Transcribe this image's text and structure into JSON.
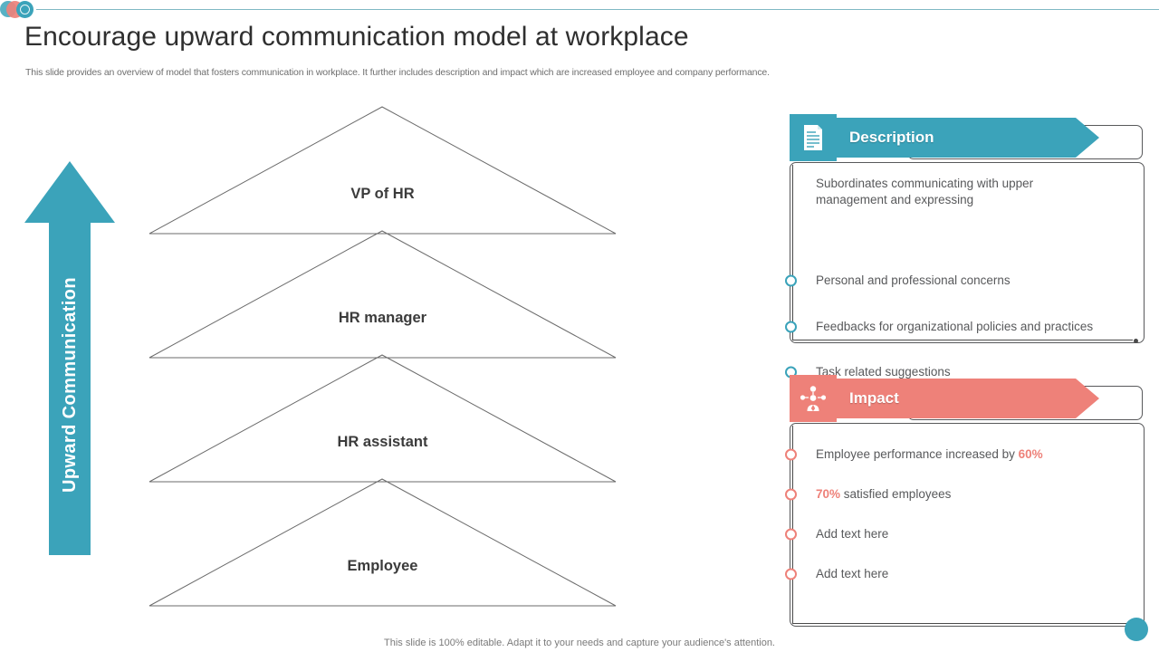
{
  "header": {
    "title": "Encourage upward communication model at workplace",
    "subtitle": "This slide provides an overview of model that fosters communication in workplace. It further includes description and impact which are increased employee and company performance."
  },
  "theme": {
    "teal": "#3ba3ba",
    "salmon": "#ee8179",
    "outline": "#58595b",
    "text": "#58595b"
  },
  "arrow": {
    "label": "Upward Communication",
    "icon": "arrow-up-icon"
  },
  "pyramid": {
    "levels": [
      {
        "label": "VP of HR"
      },
      {
        "label": "HR manager"
      },
      {
        "label": "HR assistant"
      },
      {
        "label": "Employee"
      }
    ]
  },
  "panels": {
    "description": {
      "title": "Description",
      "icon": "document-icon",
      "intro": "Subordinates communicating with upper management and expressing",
      "bullets": [
        {
          "text": "Personal and professional concerns"
        },
        {
          "text": "Feedbacks for organizational policies and practices"
        },
        {
          "text": "Task related suggestions"
        }
      ]
    },
    "impact": {
      "title": "Impact",
      "icon": "people-network-icon",
      "bullets": [
        {
          "pre": "Employee performance increased by ",
          "highlight": "60%",
          "post": ""
        },
        {
          "pre": "",
          "highlight": "70%",
          "post": " satisfied employees"
        },
        {
          "pre": "Add text here",
          "highlight": "",
          "post": ""
        },
        {
          "pre": "Add text here",
          "highlight": "",
          "post": ""
        }
      ]
    }
  },
  "footer": {
    "note": "This slide is 100% editable. Adapt it to your needs and capture your audience's attention."
  }
}
